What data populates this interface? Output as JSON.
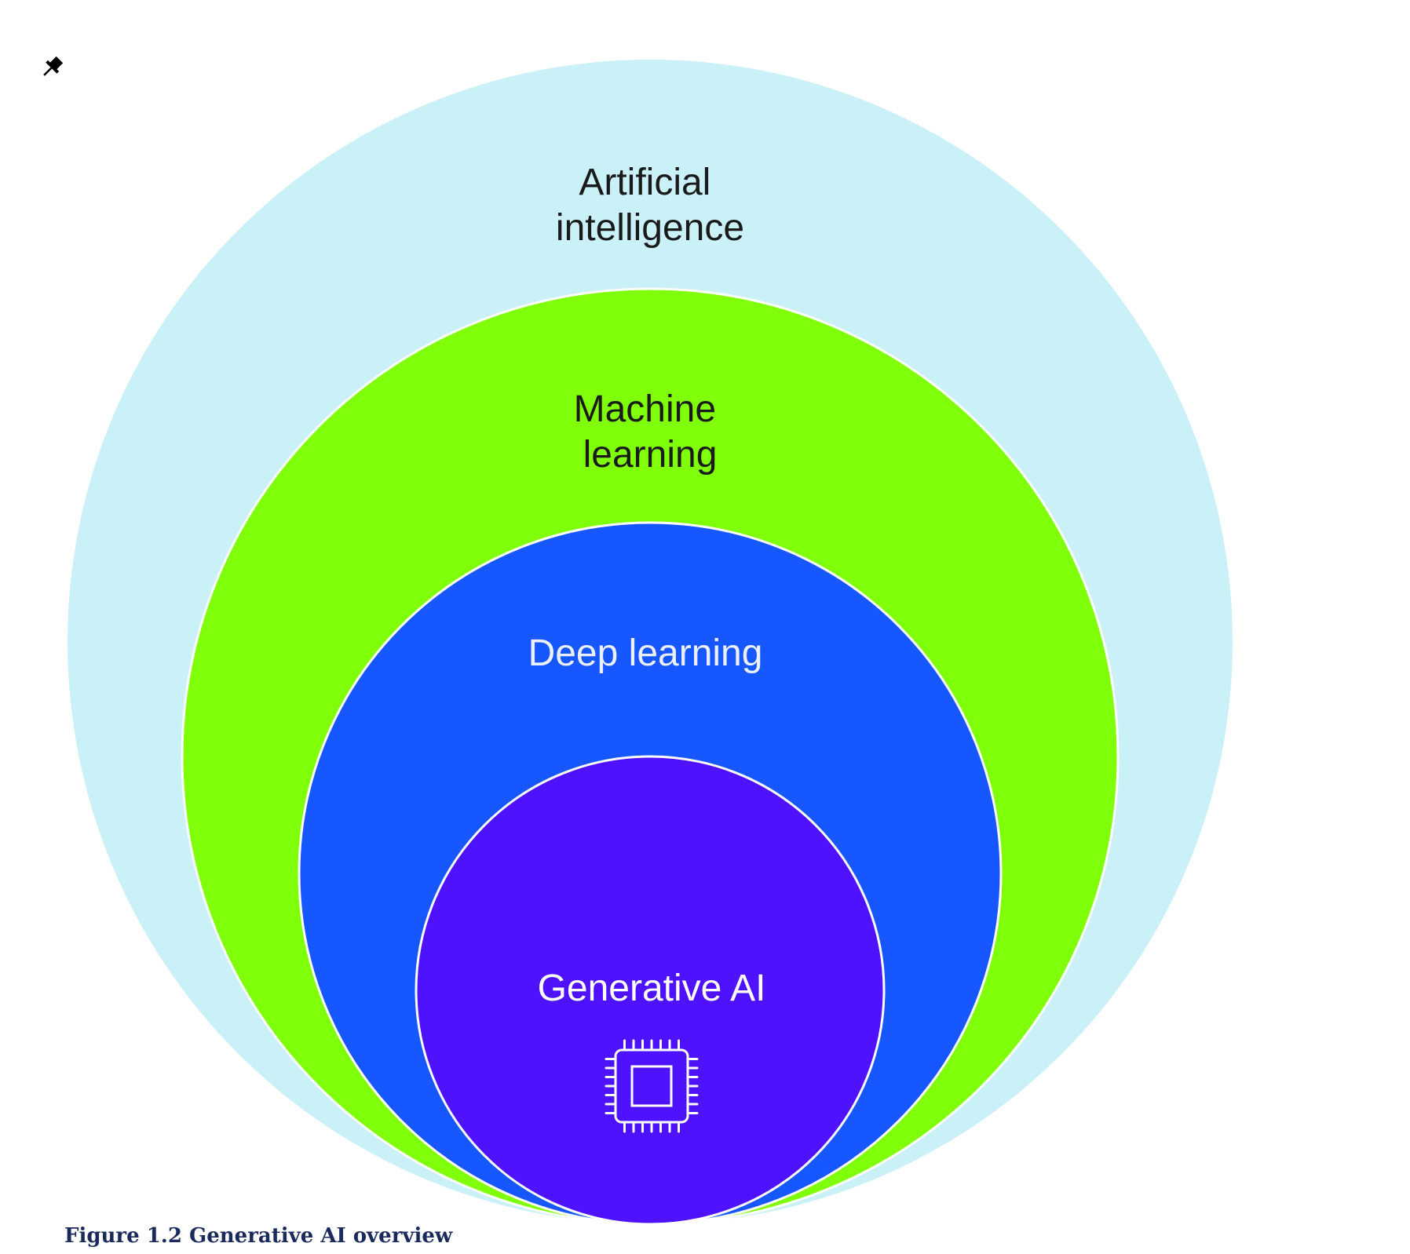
{
  "diagram": {
    "rings": [
      {
        "id": "ai",
        "label_lines": [
          "Artificial",
          "intelligence"
        ],
        "fill": "#caf1f8",
        "text_color": "#1a1a1a"
      },
      {
        "id": "ml",
        "label_lines": [
          "Machine",
          "learning"
        ],
        "fill": "#80ff0a",
        "text_color": "#1a1a1a"
      },
      {
        "id": "dl",
        "label_lines": [
          "Deep learning"
        ],
        "fill": "#1757ff",
        "text_color": "#eaf0ff"
      },
      {
        "id": "genai",
        "label_lines": [
          "Generative AI"
        ],
        "fill": "#4f12ff",
        "text_color": "#ffffff"
      }
    ],
    "center_icon": "cpu-chip-icon",
    "pin_icon": "pushpin-icon"
  },
  "caption": "Figure 1.2 Generative AI overview"
}
